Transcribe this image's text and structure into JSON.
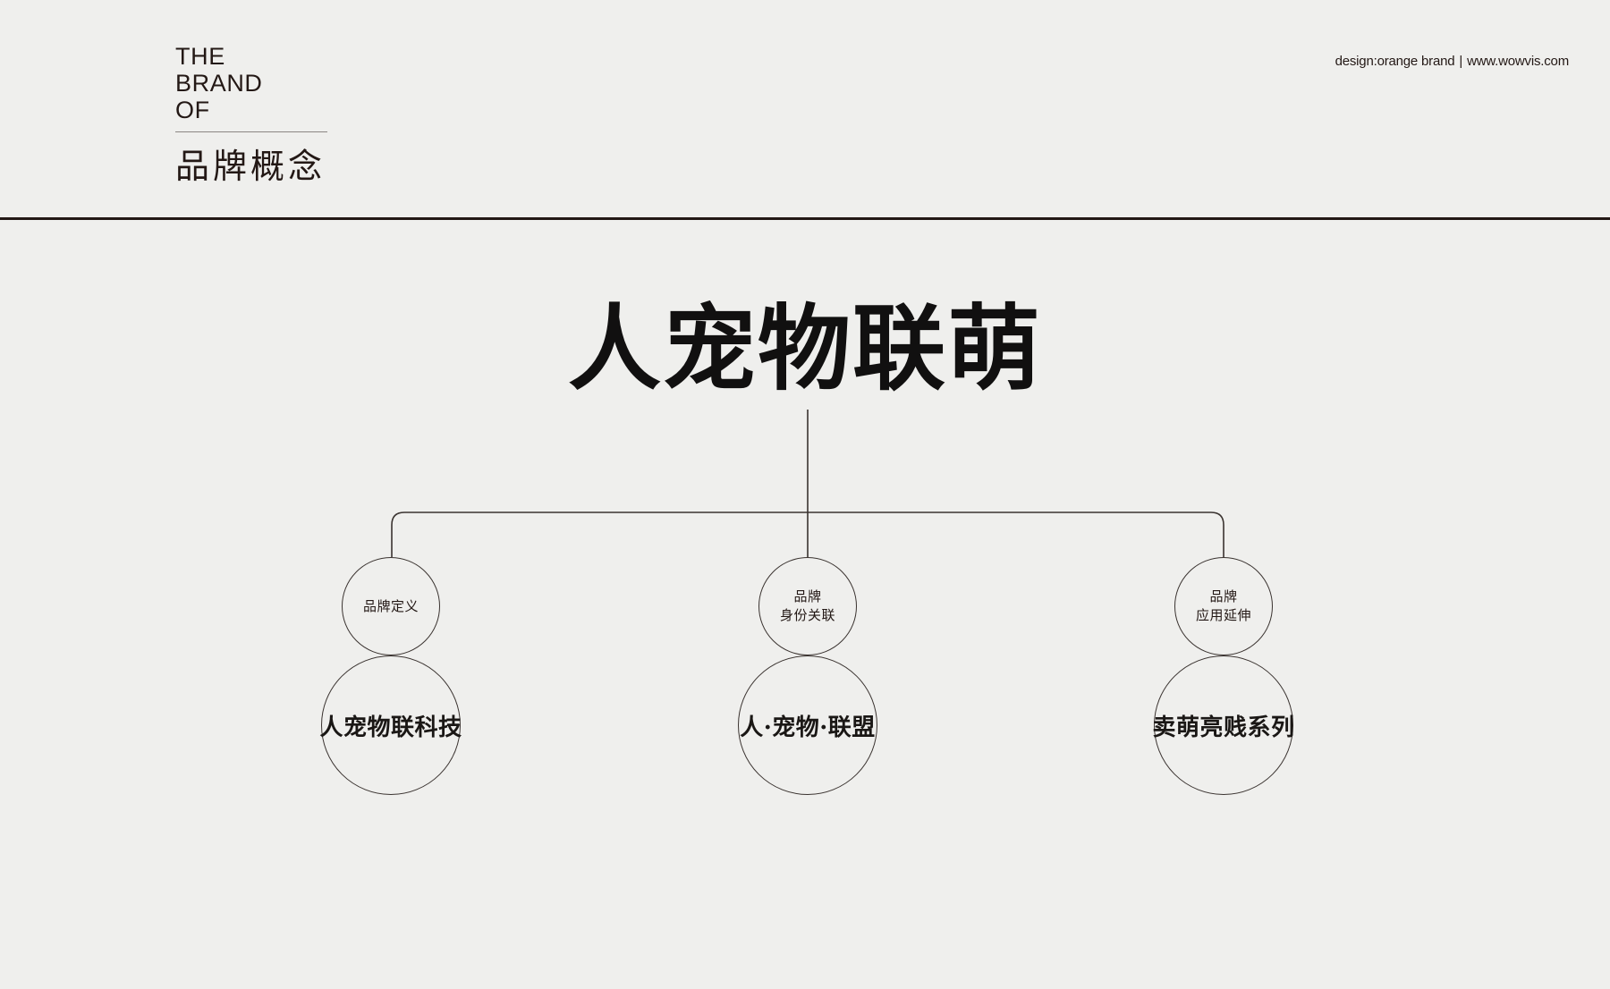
{
  "page": {
    "background_color": "#efefed",
    "ink_color": "#231815"
  },
  "header": {
    "logo": {
      "line1": "THE",
      "line2": "BRAND",
      "line3": "OF"
    },
    "credit": {
      "designer": "design:orange brand",
      "separator": "|",
      "website": "www.wowvis.com"
    },
    "section_title": "品牌概念"
  },
  "diagram": {
    "headline": "人宠物联萌",
    "nodes": [
      {
        "category": "品牌定义",
        "name": "人宠物联科技"
      },
      {
        "category": "品牌\n身份关联",
        "name": "人·宠物·联盟"
      },
      {
        "category": "品牌\n应用延伸",
        "name": "卖萌亮贱系列"
      }
    ]
  }
}
